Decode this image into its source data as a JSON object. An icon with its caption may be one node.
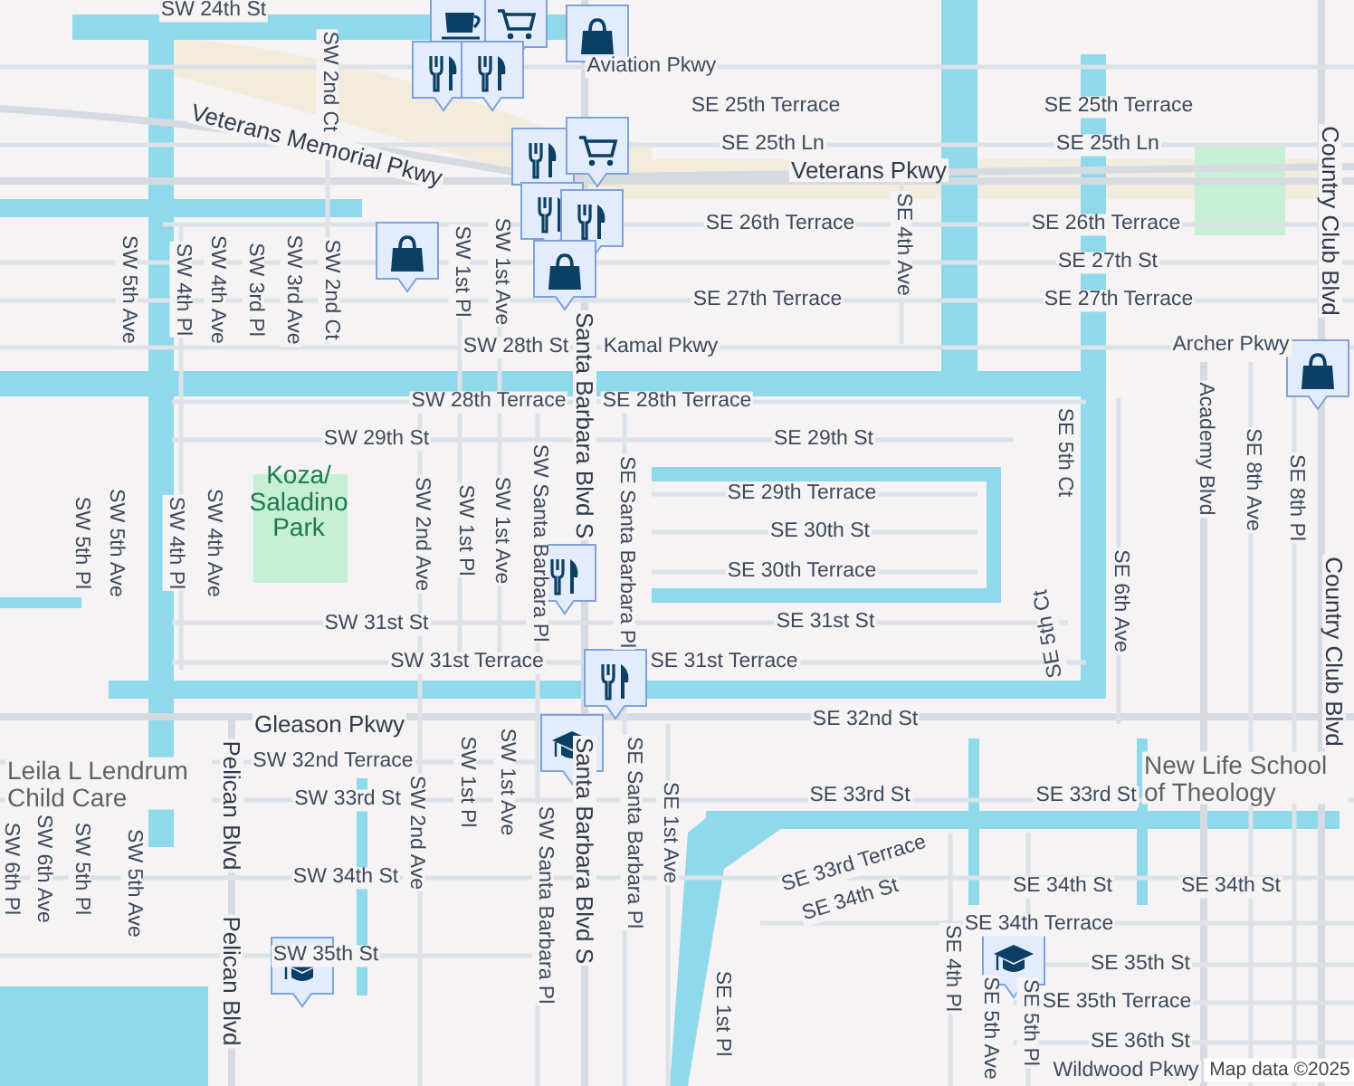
{
  "diagram": {
    "labels": [
      "SW 24th St",
      "Aviation Pkwy",
      "SW 2nd Ct",
      "SE 25th Terrace",
      "SE 25th Terrace",
      "Veterans Memorial Pkwy",
      "SE 25th Ln",
      "SE 25th Ln",
      "Veterans Pkwy",
      "Country Club Blvd",
      "SE 26th Terrace",
      "SE 26th Terrace",
      "SE 4th Ave",
      "SE 27th St",
      "SW 5th Ave",
      "SW 4th Pl",
      "SW 4th Ave",
      "SW 3rd Pl",
      "SW 3rd Ave",
      "SW 2nd Ct",
      "SW 1st Pl",
      "SW 1st Ave",
      "SE 27th Terrace",
      "SE 27th Terrace",
      "SW 28th St",
      "Kamal Pkwy",
      "Archer Pkwy",
      "SW 28th Terrace",
      "SE 28th Terrace",
      "Santa Barbara Blvd S",
      "SW 29th St",
      "SE 29th St",
      "SE 5th Ct",
      "Academy Blvd",
      "Koza/ Saladino Park",
      "SE 29th Terrace",
      "SE 8th Ave",
      "SE 8th Pl",
      "SW 5th Pl",
      "SW 5th Ave",
      "SW 4th Pl",
      "SW 4th Ave",
      "SW 2nd Ave",
      "SW 1st Pl",
      "SW 1st Ave",
      "SW Santa Barbara Pl",
      "SE Santa Barbara Pl",
      "SE 30th St",
      "SE 30th Terrace",
      "SE 6th Ave",
      "SW 31st St",
      "SE 31st St",
      "SE 5th Ct",
      "Country Club Blvd",
      "SW 31st Terrace",
      "SE 31st Terrace",
      "Gleason Pkwy",
      "SE 32nd St",
      "SW 32nd Terrace",
      "Leila L Lendrum Child Care",
      "SW 33rd St",
      "SW 1st Pl",
      "SW 1st Ave",
      "SE 33rd St",
      "SE 33rd St",
      "New Life School of Theology",
      "SW 6th Pl",
      "SW 6th Ave",
      "SW 5th Pl",
      "SW 5th Ave",
      "Pelican Blvd",
      "SW 34th St",
      "SW 2nd Ave",
      "SW Santa Barbara Pl",
      "Santa Barbara Blvd S",
      "SE Santa Barbara Pl",
      "SE 1st Ave",
      "SE 33rd Terrace",
      "SE 34th St",
      "SE 34th St",
      "SE 34th St",
      "SE 34th Terrace",
      "SW 35th St",
      "SE 4th Pl",
      "SE 35th St",
      "Pelican Blvd",
      "SE 35th Terrace",
      "SE 1st Pl",
      "SE 5th Ave",
      "SE 5th Pl",
      "SE 36th St",
      "Wildwood Pkwy",
      "Map data ©2025"
    ]
  }
}
